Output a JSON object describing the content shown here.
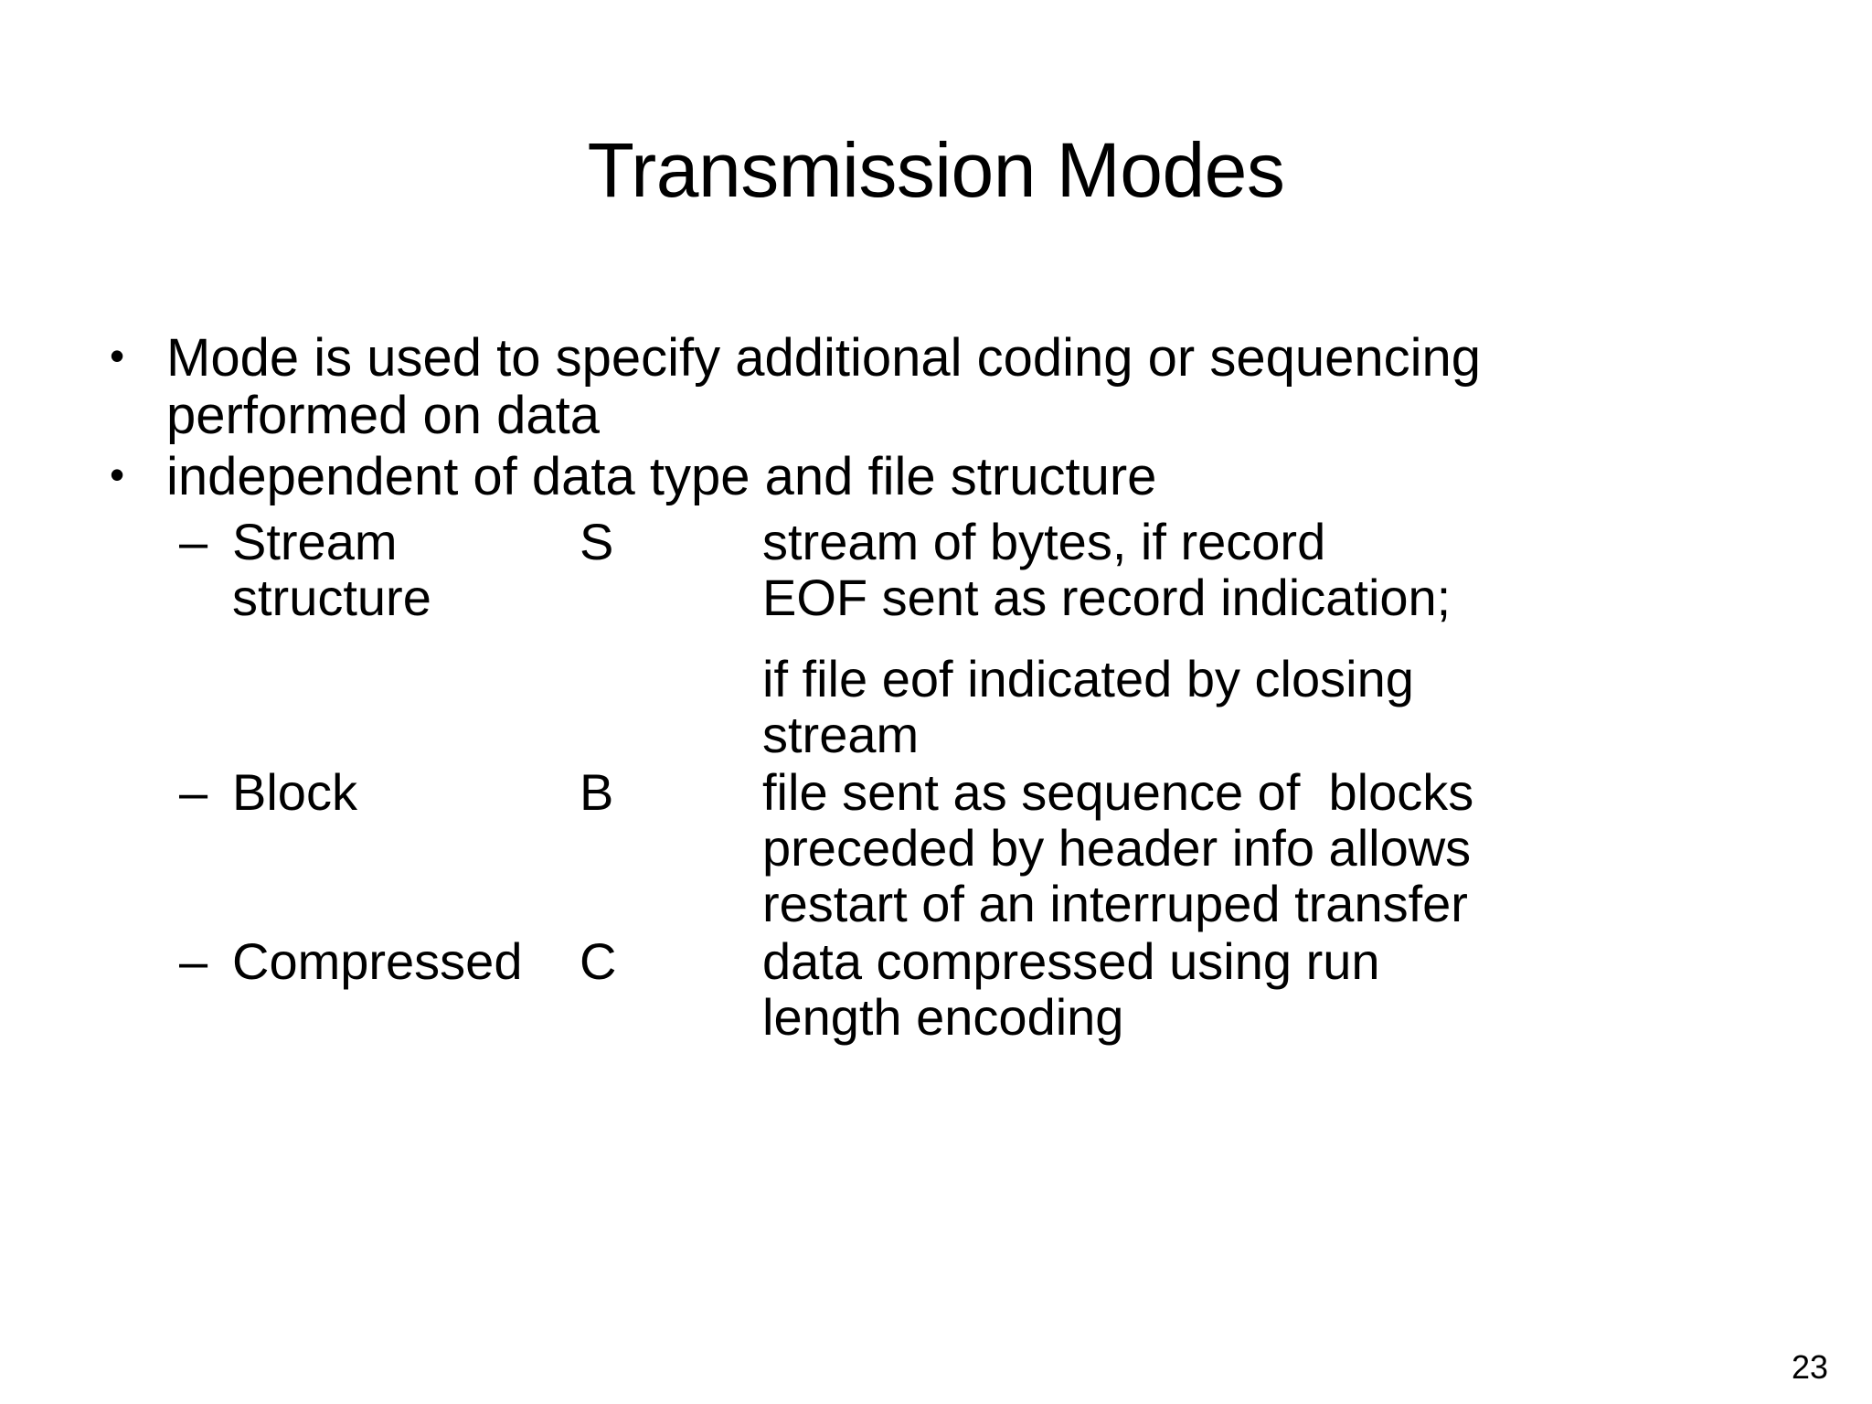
{
  "slide": {
    "title": "Transmission Modes",
    "page_number": "23",
    "background_color": "#ffffff",
    "text_color": "#000000",
    "bullet_glyph": "•",
    "dash_glyph": "–",
    "bullets": [
      {
        "lines": [
          "Mode is used to specify additional coding or sequencing",
          "performed on data"
        ]
      },
      {
        "lines": [
          "independent of data type and file structure"
        ]
      }
    ],
    "modes": [
      {
        "name_lines": [
          "Stream",
          "structure"
        ],
        "code": "S",
        "desc_lines": [
          {
            "text": "stream of bytes, if record",
            "gap": false
          },
          {
            "text": "EOF sent as record indication;",
            "gap": false
          },
          {
            "text": "if file eof indicated by closing",
            "gap": true
          },
          {
            "text": "stream",
            "gap": false
          }
        ]
      },
      {
        "name_lines": [
          "Block"
        ],
        "code": "B",
        "desc_lines": [
          {
            "text": "file sent as sequence of  blocks",
            "gap": false
          },
          {
            "text": "preceded by header info allows",
            "gap": false
          },
          {
            "text": "restart of an interruped transfer",
            "gap": false
          }
        ]
      },
      {
        "name_lines": [
          "Compressed"
        ],
        "code": "C",
        "desc_lines": [
          {
            "text": "data compressed using run",
            "gap": false
          },
          {
            "text": "length encoding",
            "gap": false
          }
        ]
      }
    ]
  }
}
